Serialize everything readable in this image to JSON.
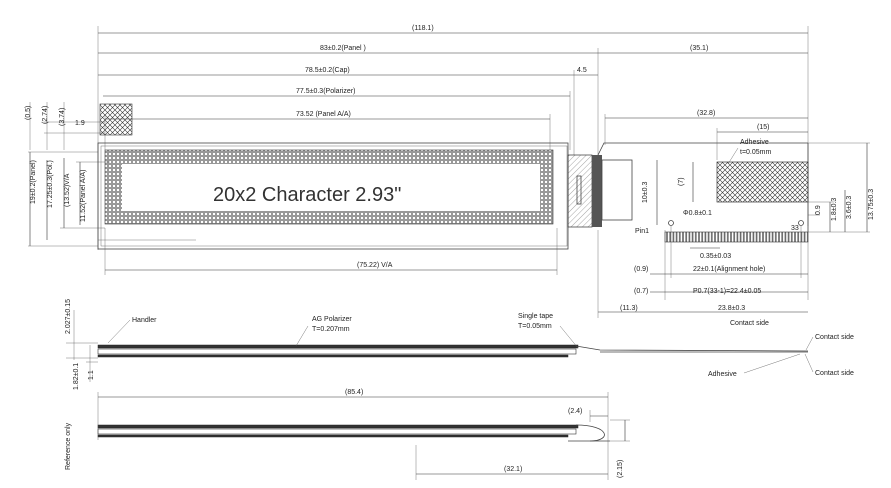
{
  "title": "20x2 Character 2.93\"",
  "dims": {
    "overall": "(118.1)",
    "panel": "83±0.2(Panel )",
    "fpc_len": "(35.1)",
    "cap": "78.5±0.2(Cap)",
    "cap_gap": "4.5",
    "polarizer": "77.5±0.3(Polarizer)",
    "panel_aa": "73.52 (Panel A/A)",
    "va": "(75.22) V/A",
    "d_05": "(0.5)",
    "d_274": "(2.74)",
    "d_374": "(3.74)",
    "d_19": "1.9",
    "panel_h": "19±0.2(Panel)",
    "pol_h": "17.25±0.3(Pol.)",
    "va_h": "(13.52)V/A",
    "aa_h": "11.52(Panel A/A)",
    "fpc_328": "(32.8)",
    "adh_15": "(15)",
    "adhesive": "Adhesive",
    "adhesive_t": "t=0.05mm",
    "d_7": "(7)",
    "d_10": "10±0.3",
    "hole": "Φ0.8±0.1",
    "d_09": "0.9",
    "d_18": "1.8±0.3",
    "d_36": "3.6±0.3",
    "d_1375": "13.75±0.3",
    "pin1": "Pin1",
    "pin33": "33",
    "pitch_w": "0.35±0.03",
    "d_09b": "(0.9)",
    "align": "22±0.1(Alignment hole)",
    "d_07": "(0.7)",
    "pitch": "P0.7(33-1)=22.4±0.05",
    "d_113": "(11.3)",
    "d_238": "23.8±0.3",
    "contact_side": "Contact side",
    "d_2027": "2.027±0.15",
    "handler": "Handler",
    "ag_pol": "AG Polarizer",
    "ag_t": "T=0.207mm",
    "single_tape": "Single tape",
    "tape_t": "T=0.05mm",
    "contact_side_top": "Contact side",
    "adhesive_side": "Adhesive",
    "contact_side_bot": "Contact side",
    "d_182": "1.82±0.1",
    "d_11": "1.1",
    "d_854": "(85.4)",
    "d_24": "(2.4)",
    "ref_only": "Reference only",
    "d_321": "(32.1)",
    "d_215": "(2.15)"
  }
}
